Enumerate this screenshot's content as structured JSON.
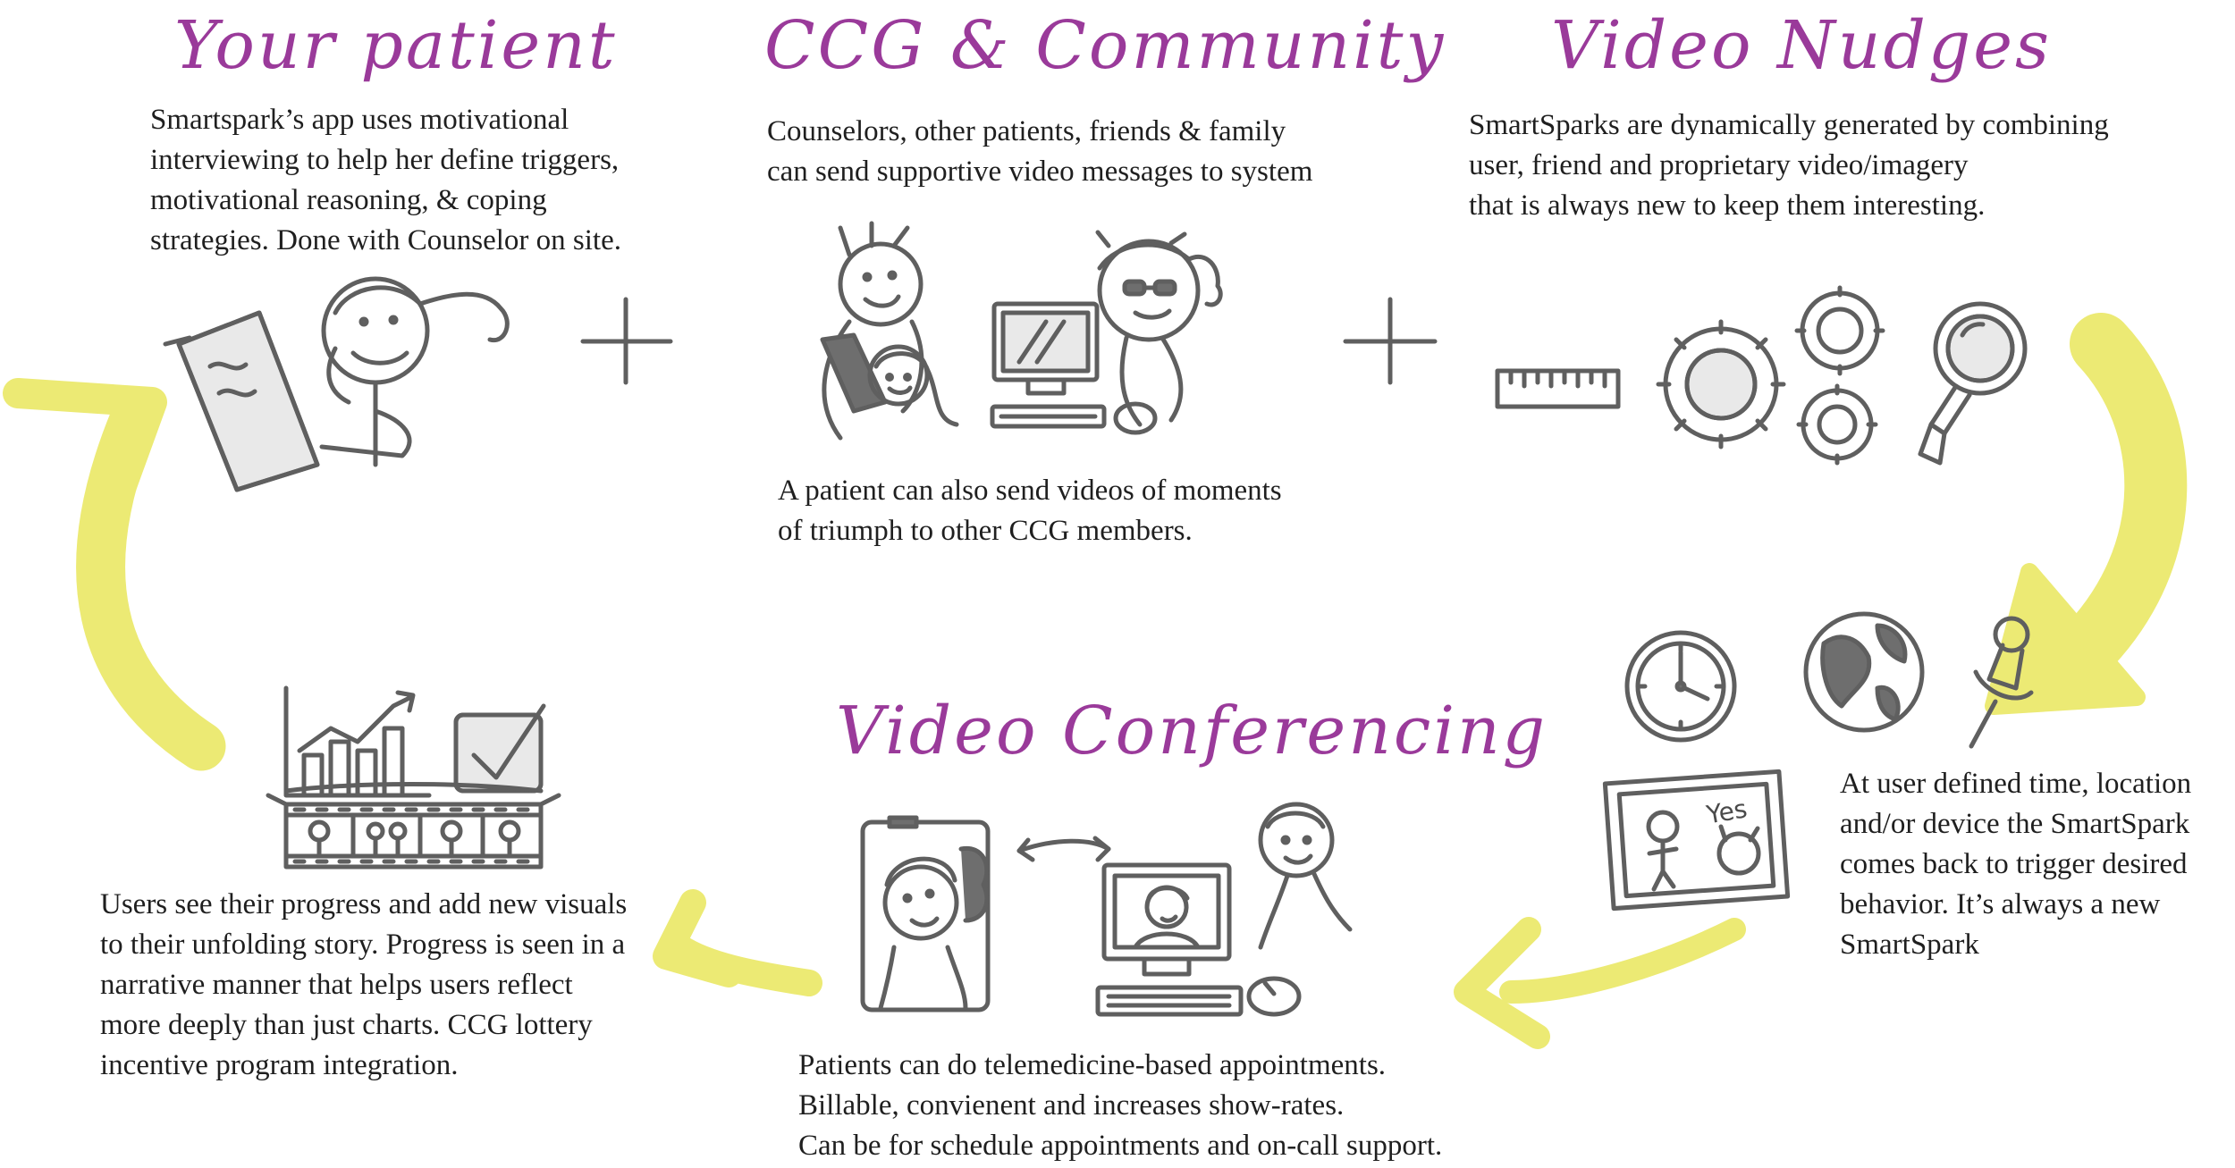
{
  "colors": {
    "title": "#9a3a9a",
    "arrow": "#ecea74",
    "plus": "#e7e43a",
    "sketch": "#5f5f5f",
    "text": "#1f1f1f"
  },
  "sections": {
    "your_patient": {
      "title": "Your patient",
      "lines": [
        "Smartspark’s app uses motivational",
        "interviewing to help her define triggers,",
        "motivational reasoning, & coping",
        "strategies. Done with Counselor on site."
      ]
    },
    "ccg": {
      "title": "CCG & Community",
      "lines": [
        "Counselors, other patients, friends & family",
        "can send supportive video messages to system"
      ],
      "note_lines": [
        "A patient can also send videos of moments",
        "of triumph to other CCG members."
      ]
    },
    "video_nudges": {
      "title": "Video Nudges",
      "lines": [
        "SmartSparks are dynamically generated by combining",
        "user, friend and proprietary video/imagery",
        "that is always new to keep them interesting."
      ]
    },
    "trigger": {
      "lines": [
        "At user defined time, location",
        "and/or device the SmartSpark",
        "comes back to trigger desired",
        "behavior. It’s always a new",
        "SmartSpark"
      ],
      "screen_text": "Yes"
    },
    "video_conferencing": {
      "title": "Video Conferencing",
      "lines": [
        "Patients can do telemedicine-based appointments.",
        "Billable, convienent and increases show-rates.",
        "Can be for schedule appointments and on-call support."
      ]
    },
    "progress": {
      "lines": [
        "Users see their progress and add new visuals",
        "to their unfolding story. Progress is seen in a",
        "narrative manner that helps users reflect",
        "more deeply than just charts. CCG lottery",
        "incentive program integration."
      ]
    }
  },
  "icons": [
    "patient-doodle-icon",
    "plus-icon",
    "family-doodle-icon",
    "computer-icon",
    "counselor-doodle-icon",
    "ruler-icon",
    "gears-icon",
    "magnifier-icon",
    "clock-icon",
    "globe-icon",
    "pushpin-icon",
    "video-frame-icon",
    "phone-video-icon",
    "two-way-arrow-icon",
    "doctor-doodle-icon",
    "progress-chart-icon",
    "checkbox-icon",
    "filmstrip-icon",
    "cycle-arrow-icon"
  ]
}
